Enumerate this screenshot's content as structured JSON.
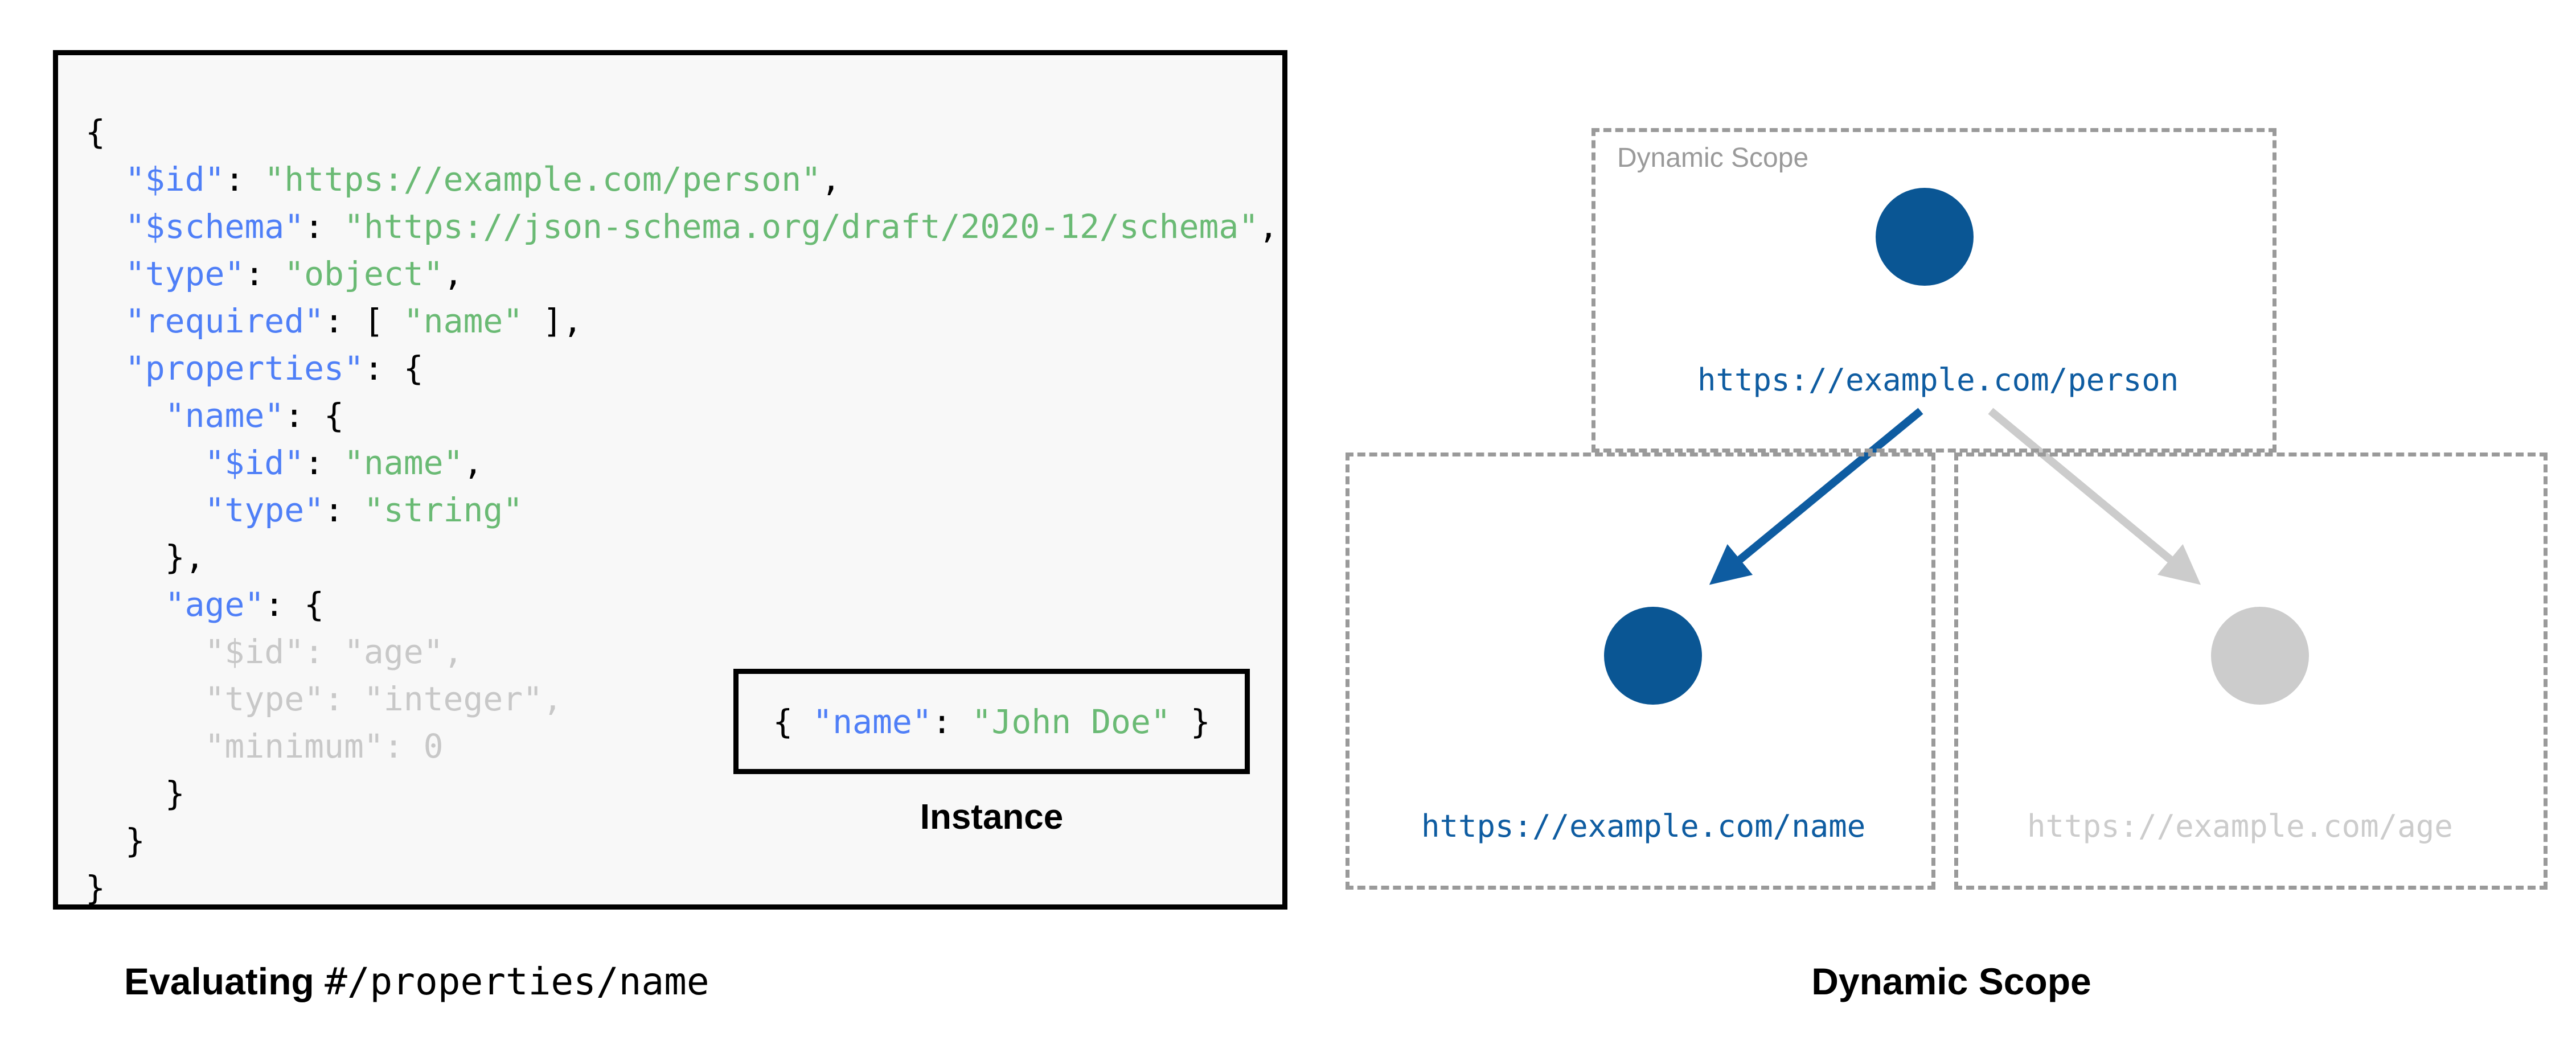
{
  "left": {
    "schema_code_lines": [
      {
        "indent": 0,
        "tokens": [
          {
            "t": "{",
            "c": "p"
          }
        ]
      },
      {
        "indent": 1,
        "tokens": [
          {
            "t": "\"$id\"",
            "c": "k"
          },
          {
            "t": ": ",
            "c": "p"
          },
          {
            "t": "\"https://example.com/person\"",
            "c": "s"
          },
          {
            "t": ",",
            "c": "p"
          }
        ]
      },
      {
        "indent": 1,
        "tokens": [
          {
            "t": "\"$schema\"",
            "c": "k"
          },
          {
            "t": ": ",
            "c": "p"
          },
          {
            "t": "\"https://json-schema.org/draft/2020-12/schema\"",
            "c": "s"
          },
          {
            "t": ",",
            "c": "p"
          }
        ]
      },
      {
        "indent": 1,
        "tokens": [
          {
            "t": "\"type\"",
            "c": "k"
          },
          {
            "t": ": ",
            "c": "p"
          },
          {
            "t": "\"object\"",
            "c": "s"
          },
          {
            "t": ",",
            "c": "p"
          }
        ]
      },
      {
        "indent": 1,
        "tokens": [
          {
            "t": "\"required\"",
            "c": "k"
          },
          {
            "t": ": [ ",
            "c": "p"
          },
          {
            "t": "\"name\"",
            "c": "s"
          },
          {
            "t": " ],",
            "c": "p"
          }
        ]
      },
      {
        "indent": 1,
        "tokens": [
          {
            "t": "\"properties\"",
            "c": "k"
          },
          {
            "t": ": {",
            "c": "p"
          }
        ]
      },
      {
        "indent": 2,
        "tokens": [
          {
            "t": "\"name\"",
            "c": "k"
          },
          {
            "t": ": {",
            "c": "p"
          }
        ]
      },
      {
        "indent": 3,
        "tokens": [
          {
            "t": "\"$id\"",
            "c": "k"
          },
          {
            "t": ": ",
            "c": "p"
          },
          {
            "t": "\"name\"",
            "c": "s"
          },
          {
            "t": ",",
            "c": "p"
          }
        ]
      },
      {
        "indent": 3,
        "tokens": [
          {
            "t": "\"type\"",
            "c": "k"
          },
          {
            "t": ": ",
            "c": "p"
          },
          {
            "t": "\"string\"",
            "c": "s"
          }
        ]
      },
      {
        "indent": 2,
        "tokens": [
          {
            "t": "},",
            "c": "p"
          }
        ]
      },
      {
        "indent": 2,
        "tokens": [
          {
            "t": "\"age\"",
            "c": "k"
          },
          {
            "t": ": {",
            "c": "p"
          }
        ]
      },
      {
        "indent": 3,
        "tokens": [
          {
            "t": "\"$id\"",
            "c": "dim"
          },
          {
            "t": ": ",
            "c": "dim"
          },
          {
            "t": "\"age\"",
            "c": "dim"
          },
          {
            "t": ",",
            "c": "dim"
          }
        ]
      },
      {
        "indent": 3,
        "tokens": [
          {
            "t": "\"type\"",
            "c": "dim"
          },
          {
            "t": ": ",
            "c": "dim"
          },
          {
            "t": "\"integer\"",
            "c": "dim"
          },
          {
            "t": ",",
            "c": "dim"
          }
        ]
      },
      {
        "indent": 3,
        "tokens": [
          {
            "t": "\"minimum\"",
            "c": "dim"
          },
          {
            "t": ": ",
            "c": "dim"
          },
          {
            "t": "0",
            "c": "dim"
          }
        ]
      },
      {
        "indent": 2,
        "tokens": [
          {
            "t": "}",
            "c": "p"
          }
        ]
      },
      {
        "indent": 1,
        "tokens": [
          {
            "t": "}",
            "c": "p"
          }
        ]
      },
      {
        "indent": 0,
        "tokens": [
          {
            "t": "}",
            "c": "p"
          }
        ]
      }
    ],
    "instance": {
      "tokens": [
        {
          "t": "{ ",
          "c": "p"
        },
        {
          "t": "\"name\"",
          "c": "k"
        },
        {
          "t": ": ",
          "c": "p"
        },
        {
          "t": "\"John Doe\"",
          "c": "s"
        },
        {
          "t": " }",
          "c": "p"
        }
      ],
      "label": "Instance"
    },
    "caption_bold": "Evaluating ",
    "caption_mono": "#/properties/name"
  },
  "right": {
    "scope_box_label": "Dynamic Scope",
    "nodes": [
      {
        "id": "person",
        "label": "https://example.com/person",
        "state": "active",
        "color": "#0a5694"
      },
      {
        "id": "name",
        "label": "https://example.com/name",
        "state": "active",
        "color": "#0a5694"
      },
      {
        "id": "age",
        "label": "https://example.com/age",
        "state": "faded",
        "color": "#cccccc"
      }
    ],
    "edges": [
      {
        "from": "person",
        "to": "name",
        "state": "active",
        "color": "#0e5ca1"
      },
      {
        "from": "person",
        "to": "age",
        "state": "faded",
        "color": "#cccccc"
      }
    ],
    "caption": "Dynamic Scope"
  },
  "colors": {
    "accent_blue": "#0a5694",
    "label_blue": "#0e5ca1",
    "faded_grey": "#cccccc",
    "dashed_grey": "#9a9a9a",
    "json_key_blue": "#4f7ff7",
    "json_string_green": "#6aba74",
    "code_background": "#f8f8f8",
    "page_background": "#ffffff"
  }
}
